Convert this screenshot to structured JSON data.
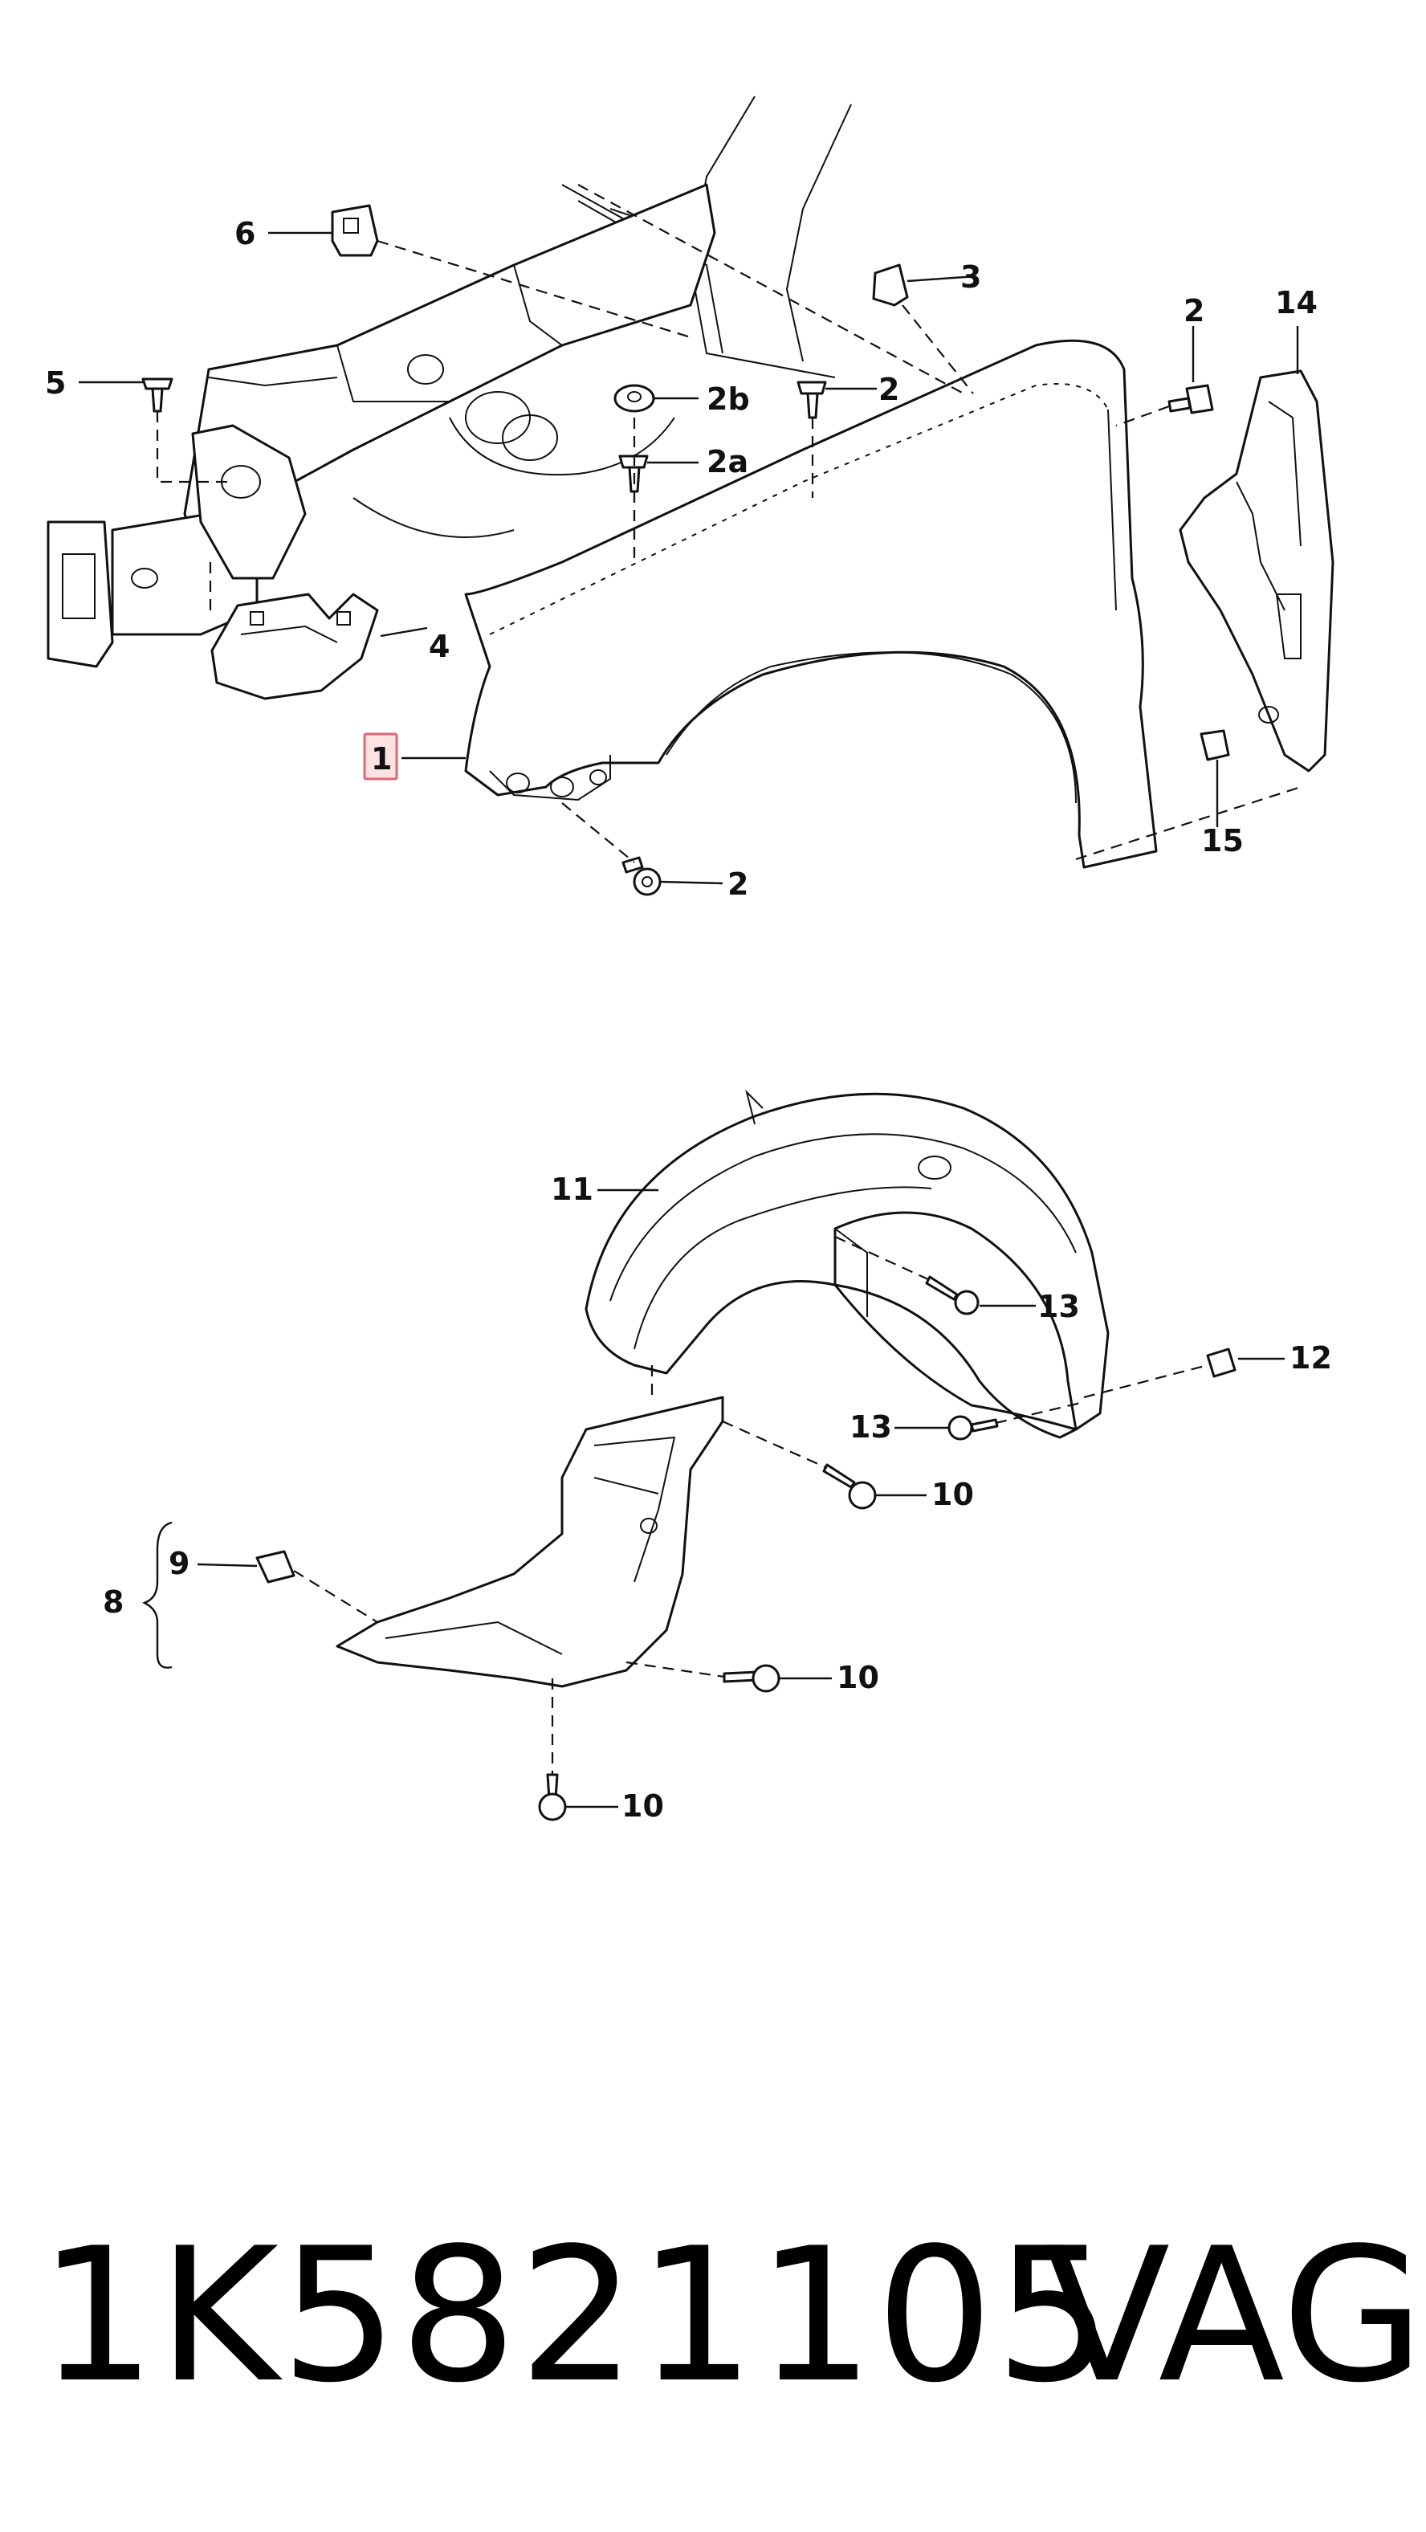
{
  "callouts": {
    "c1": "1",
    "c2_top_right": "2",
    "c2_mid": "2",
    "c2_bottom": "2",
    "c2a": "2a",
    "c2b": "2b",
    "c3": "3",
    "c4": "4",
    "c5": "5",
    "c6": "6",
    "c8": "8",
    "c9": "9",
    "c10_a": "10",
    "c10_b": "10",
    "c10_c": "10",
    "c11": "11",
    "c12": "12",
    "c13_a": "13",
    "c13_b": "13",
    "c14": "14",
    "c15": "15"
  },
  "highlight": {
    "color": "#fde2e4",
    "border": "#e06470",
    "part": "1"
  },
  "footer": {
    "part_number": "1K5821105",
    "brand": "VAG"
  }
}
